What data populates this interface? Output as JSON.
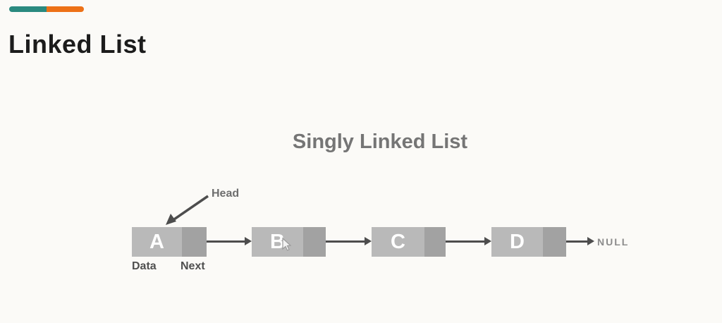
{
  "header": {
    "title": "Linked List",
    "accent_bar": {
      "teal": "#2a8a7f",
      "orange": "#ed7117"
    }
  },
  "diagram": {
    "title": "Singly Linked List",
    "head_label": "Head",
    "data_label": "Data",
    "next_label": "Next",
    "null_label": "NULL",
    "nodes": [
      {
        "letter": "A"
      },
      {
        "letter": "B"
      },
      {
        "letter": "C"
      },
      {
        "letter": "D"
      }
    ],
    "colors": {
      "node_data_cell": "#b9b9b9",
      "node_next_cell": "#a2a2a2",
      "arrow": "#4d4d4d",
      "diagram_title": "#757575",
      "labels": "#4f4f4f",
      "null_text": "#8c8c8c",
      "page_title": "#1c1c1c",
      "background": "#fbfaf7"
    }
  },
  "icons": {
    "mouse_cursor": "mouse-pointer-icon"
  }
}
